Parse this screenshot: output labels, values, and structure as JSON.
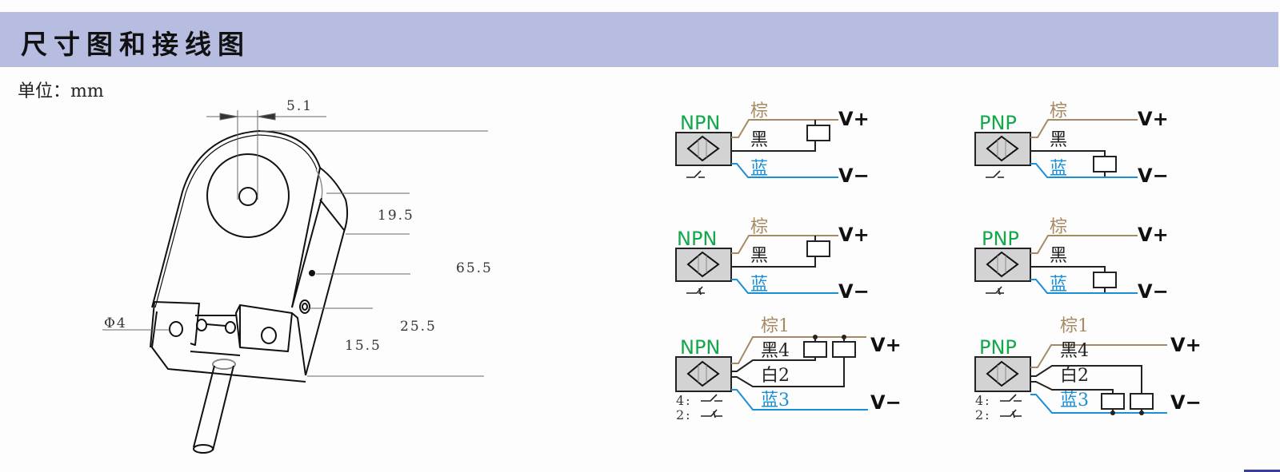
{
  "header": {
    "title": "尺寸图和接线图",
    "bg_color": "#b7bde0"
  },
  "unit_label": "单位：mm",
  "dimension_drawing": {
    "dimensions": {
      "hole_offset": "5.1",
      "d19_5": "19.5",
      "d65_5": "65.5",
      "d25_5": "25.5",
      "d15_5": "15.5",
      "hole_dia": "Φ4"
    }
  },
  "wiring": {
    "colors": {
      "brown": "#a68a64",
      "black": "#222222",
      "blue": "#1a8fd6",
      "type_label": "#12a84a",
      "sensor_fill": "#d3d3d3"
    },
    "diagrams": [
      {
        "type": "NPN",
        "switch": "NO",
        "wires": {
          "brown": "棕",
          "black": "黑",
          "blue": "蓝"
        },
        "vplus": "V+",
        "vminus": "V−"
      },
      {
        "type": "PNP",
        "switch": "NO",
        "wires": {
          "brown": "棕",
          "black": "黑",
          "blue": "蓝"
        },
        "vplus": "V+",
        "vminus": "V−"
      },
      {
        "type": "NPN",
        "switch": "NC",
        "wires": {
          "brown": "棕",
          "black": "黑",
          "blue": "蓝"
        },
        "vplus": "V+",
        "vminus": "V−"
      },
      {
        "type": "PNP",
        "switch": "NC",
        "wires": {
          "brown": "棕",
          "black": "黑",
          "blue": "蓝"
        },
        "vplus": "V+",
        "vminus": "V−"
      },
      {
        "type": "NPN",
        "switch": "NO+NC",
        "wires": {
          "brown": "棕1",
          "black": "黑4",
          "white": "白2",
          "blue": "蓝3"
        },
        "switch_labels": [
          "4:",
          "2:"
        ],
        "vplus": "V+",
        "vminus": "V−"
      },
      {
        "type": "PNP",
        "switch": "NO+NC",
        "wires": {
          "brown": "棕1",
          "black": "黑4",
          "white": "白2",
          "blue": "蓝3"
        },
        "switch_labels": [
          "4:",
          "2:"
        ],
        "vplus": "V+",
        "vminus": "V−"
      }
    ]
  }
}
